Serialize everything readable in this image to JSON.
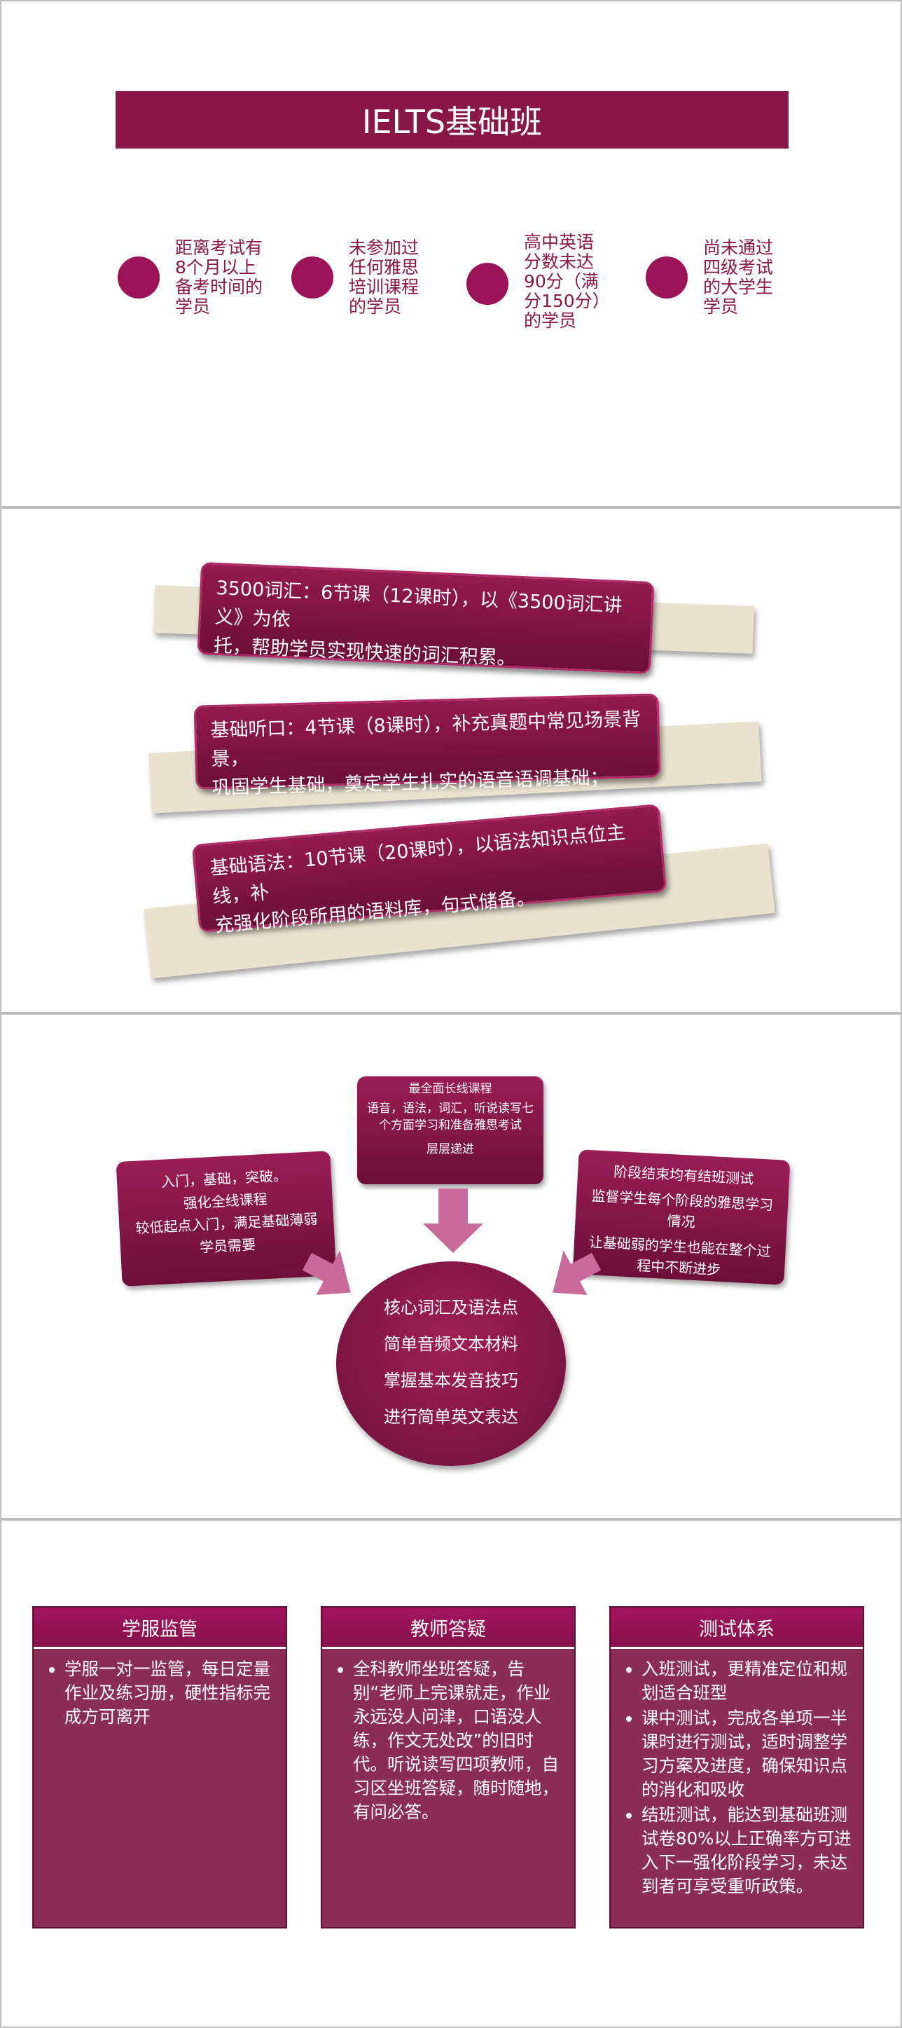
{
  "slide1": {
    "title": "IELTS基础班",
    "targets": [
      "距离考试有8个月以上备考时间的学员",
      "未参加过任何雅思培训课程的学员",
      "高中英语分数未达90分（满分150分）的学员",
      "尚未通过四级考试的大学生学员"
    ]
  },
  "slide2": {
    "courses": [
      {
        "lead": "3500词汇：6节课（12课时），以《3500词汇讲义》为依",
        "rest": "托，帮助学员实现快速的词汇积累。"
      },
      {
        "lead": "基础听口：4节课（8课时），补充真题中常见场景背景，",
        "rest": "巩固学生基础，奠定学生扎实的语音语调基础；"
      },
      {
        "lead": "基础语法：10节课（20课时），以语法知识点位主线，补",
        "rest": "充强化阶段所用的语料库，句式储备。"
      }
    ]
  },
  "slide3": {
    "top": {
      "title": "最全面长线课程",
      "body": "语音，语法，词汇，听说读写七个方面学习和准备雅思考试",
      "footer": "层层递进"
    },
    "left": {
      "lines": [
        "入门，基础，突破。",
        "强化全线课程",
        "较低起点入门，满足基础薄弱学员需要"
      ]
    },
    "right": {
      "lines": [
        "阶段结束均有结班测试",
        "监督学生每个阶段的雅思学习情况",
        "让基础弱的学生也能在整个过程中不断进步"
      ]
    },
    "core": [
      "核心词汇及语法点",
      "简单音频文本材料",
      "掌握基本发音技巧",
      "进行简单英文表达"
    ]
  },
  "slide4": {
    "columns": [
      {
        "title": "学服监管",
        "items": [
          "学服一对一监管，每日定量作业及练习册，硬性指标完成方可离开"
        ]
      },
      {
        "title": "教师答疑",
        "items": [
          "全科教师坐班答疑，告别“老师上完课就走，作业永远没人问津，口语没人练，作文无处改”的旧时代。听说读写四项教师，自习区坐班答疑，随时随地，有问必答。"
        ]
      },
      {
        "title": "测试体系",
        "items": [
          "入班测试，更精准定位和规划适合班型",
          "课中测试，完成各单项一半课时进行测试，适时调整学习方案及进度，确保知识点的消化和吸收",
          "结班测试，能达到基础班测试卷80%以上正确率方可进入下一强化阶段学习，未达到者可享受重听政策。"
        ]
      }
    ]
  },
  "colors": {
    "primary": "#8a1846",
    "dot": "#9c1458",
    "arrow": "#c86a9a",
    "strip": "#e8e2cf"
  }
}
